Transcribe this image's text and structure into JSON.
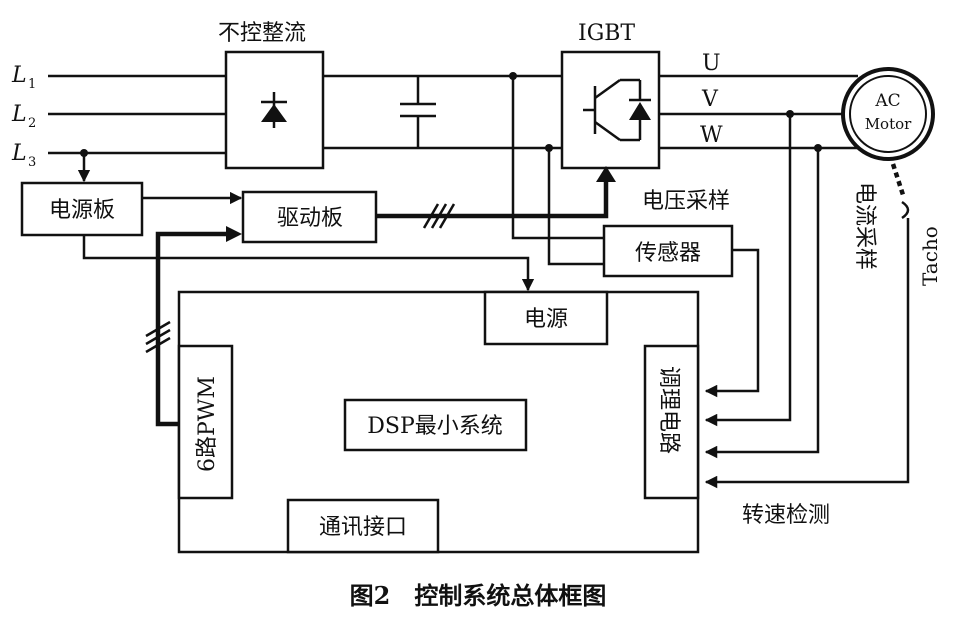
{
  "diagram": {
    "lines": {
      "l1": "L",
      "l2": "L",
      "l3": "L",
      "s1": "1",
      "s2": "2",
      "s3": "3"
    },
    "rectifier_title": "不控整流",
    "igbt_title": "IGBT",
    "phases": {
      "u": "U",
      "v": "V",
      "w": "W"
    },
    "motor": {
      "ac": "AC",
      "motor": "Motor"
    },
    "tacho": "Tacho",
    "power_board": "电源板",
    "drive_board": "驱动板",
    "voltage_sampling": "电压采样",
    "current_sampling": "电流采样",
    "sensor": "传感器",
    "power_supply": "电源",
    "pwm": "6路PWM",
    "dsp": "DSP最小系统",
    "conditioning": "调理电路",
    "comm_interface": "通讯接口",
    "speed_detection": "转速检测",
    "caption": "图2　控制系统总体框图"
  }
}
